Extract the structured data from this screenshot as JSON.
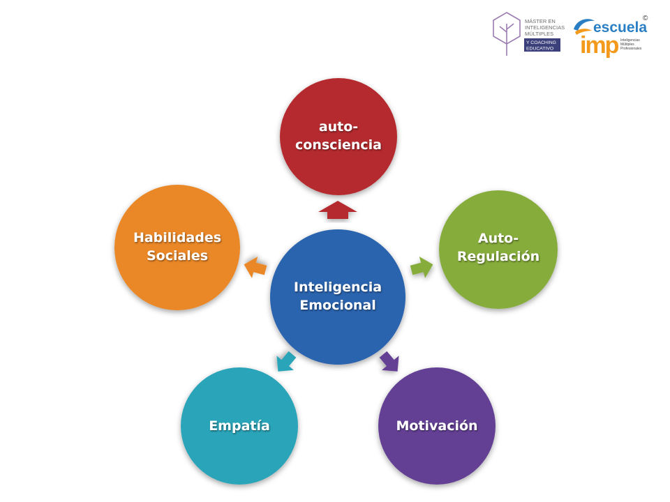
{
  "logos": {
    "master": {
      "lines": [
        "MÁSTER EN",
        "INTELIGENCIAS",
        "MÚLTIPLES"
      ],
      "box_lines": [
        "Y COACHING",
        "EDUCATIVO"
      ]
    },
    "escuela": {
      "word": "escuela",
      "imp": "imp",
      "sub_lines": [
        "Inteligencias",
        "Múltiples",
        "Profesionales"
      ],
      "copyright": "©"
    }
  },
  "diagram": {
    "center": {
      "lines": [
        "Inteligencia",
        "Emocional"
      ],
      "color": "#2b63ae"
    },
    "nodes": [
      {
        "id": "autoconsciencia",
        "lines": [
          "auto-",
          "consciencia"
        ],
        "color": "#b52a2e"
      },
      {
        "id": "autoregulacion",
        "lines": [
          "Auto-",
          "Regulación"
        ],
        "color": "#86ac3a"
      },
      {
        "id": "motivacion",
        "lines": [
          "Motivación"
        ],
        "color": "#643f94"
      },
      {
        "id": "empatia",
        "lines": [
          "Empatía"
        ],
        "color": "#2aa4b8"
      },
      {
        "id": "habilidades-sociales",
        "lines": [
          "Habilidades",
          "Sociales"
        ],
        "color": "#ea8727"
      }
    ]
  }
}
